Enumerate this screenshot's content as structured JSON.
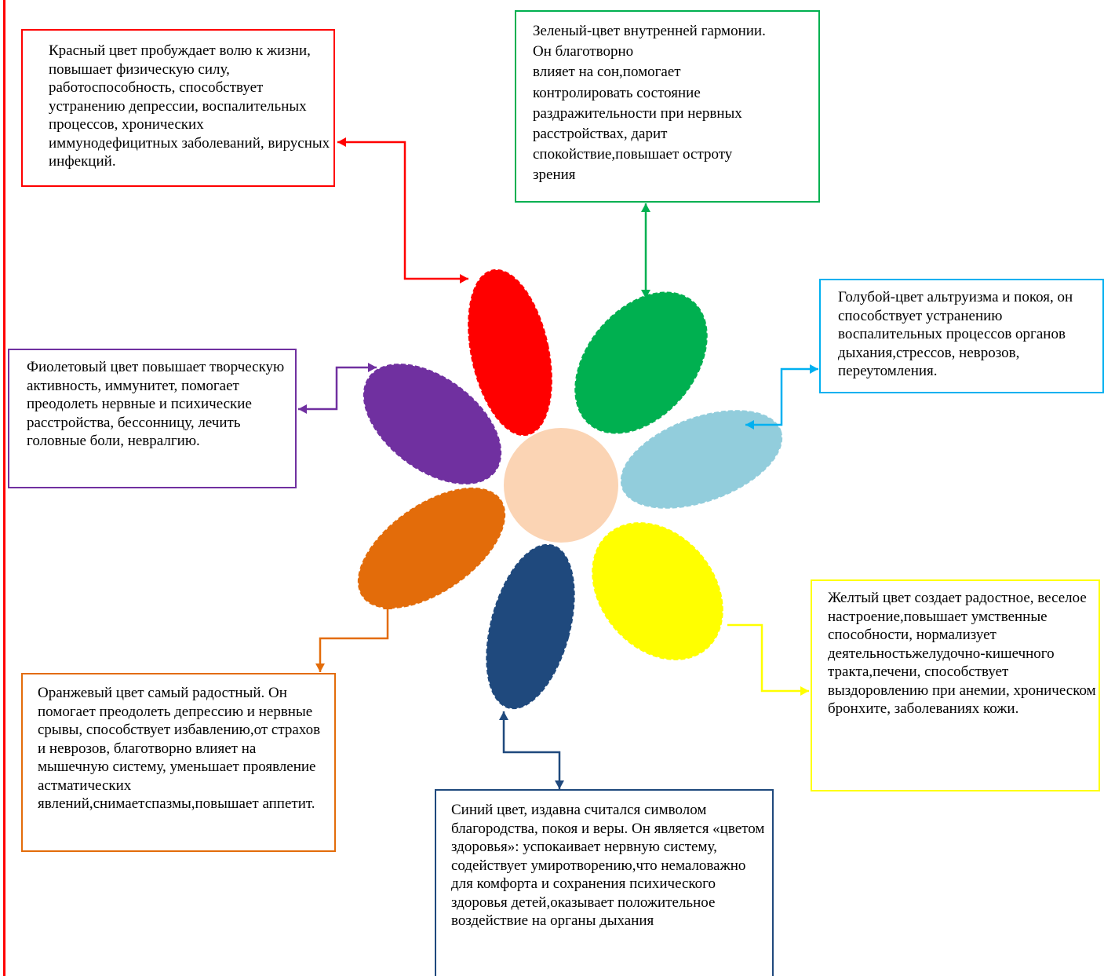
{
  "colors": {
    "red": "#ff0000",
    "green": "#00b050",
    "cyan": "#00b0f0",
    "violet": "#7030a0",
    "yellow": "#ffff00",
    "orange": "#e36c0a",
    "blue": "#1f497d",
    "light_blue_petal": "#92cddc",
    "center": "#fbd4b4"
  },
  "petals": [
    {
      "key": "red",
      "name": "red-petal"
    },
    {
      "key": "green",
      "name": "green-petal"
    },
    {
      "key": "light_blue_petal",
      "name": "light-blue-petal"
    },
    {
      "key": "yellow",
      "name": "yellow-petal"
    },
    {
      "key": "blue",
      "name": "blue-petal"
    },
    {
      "key": "orange",
      "name": "orange-petal"
    },
    {
      "key": "violet",
      "name": "violet-petal"
    }
  ],
  "boxes": {
    "red": "Красный цвет пробуждает волю к жизни, повышает физическую силу, работоспособность, способствует устранению депрессии, воспалительных процессов, хронических иммунодефицитных заболеваний, вирусных инфекций.",
    "green": "Зеленый-цвет внутренней гармонии.\nОн благотворно\nвлияет на сон,помогает\nконтролировать состояние\nраздражительности при нервных\nрасстройствах, дарит\nспокойствие,повышает остроту\nзрения",
    "cyan": "Голубой-цвет альтруизма и покоя, он способствует устранению воспалительных процессов органов дыхания,стрессов, неврозов, переутомления.",
    "violet": "Фиолетовый цвет повышает творческую активность, иммунитет, помогает преодолеть нервные и психические расстройства, бессонницу, лечить головные боли, невралгию.",
    "yellow": "Желтый цвет создает радостное, веселое настроение,повышает умственные способности, нормализует\nдеятельностьжелудочно-кишечного тракта,печени, способствует выздоровлению при анемии, хроническом бронхите, заболеваниях кожи.",
    "orange": "Оранжевый цвет самый радостный. Он помогает преодолеть депрессию и нервные срывы, способствует избавлению,от страхов и неврозов, благотворно влияет на мышечную систему, уменьшает проявление астматических\nявлений,снимаетспазмы,повышает аппетит.",
    "blue": "Синий цвет,  издавна считался символом благородства, покоя и веры. Он является «цветом здоровья»: успокаивает нервную систему, содействует умиротворению,что немаловажно для комфорта и сохранения психического здоровья детей,оказывает положительное воздействие на органы дыхания"
  }
}
